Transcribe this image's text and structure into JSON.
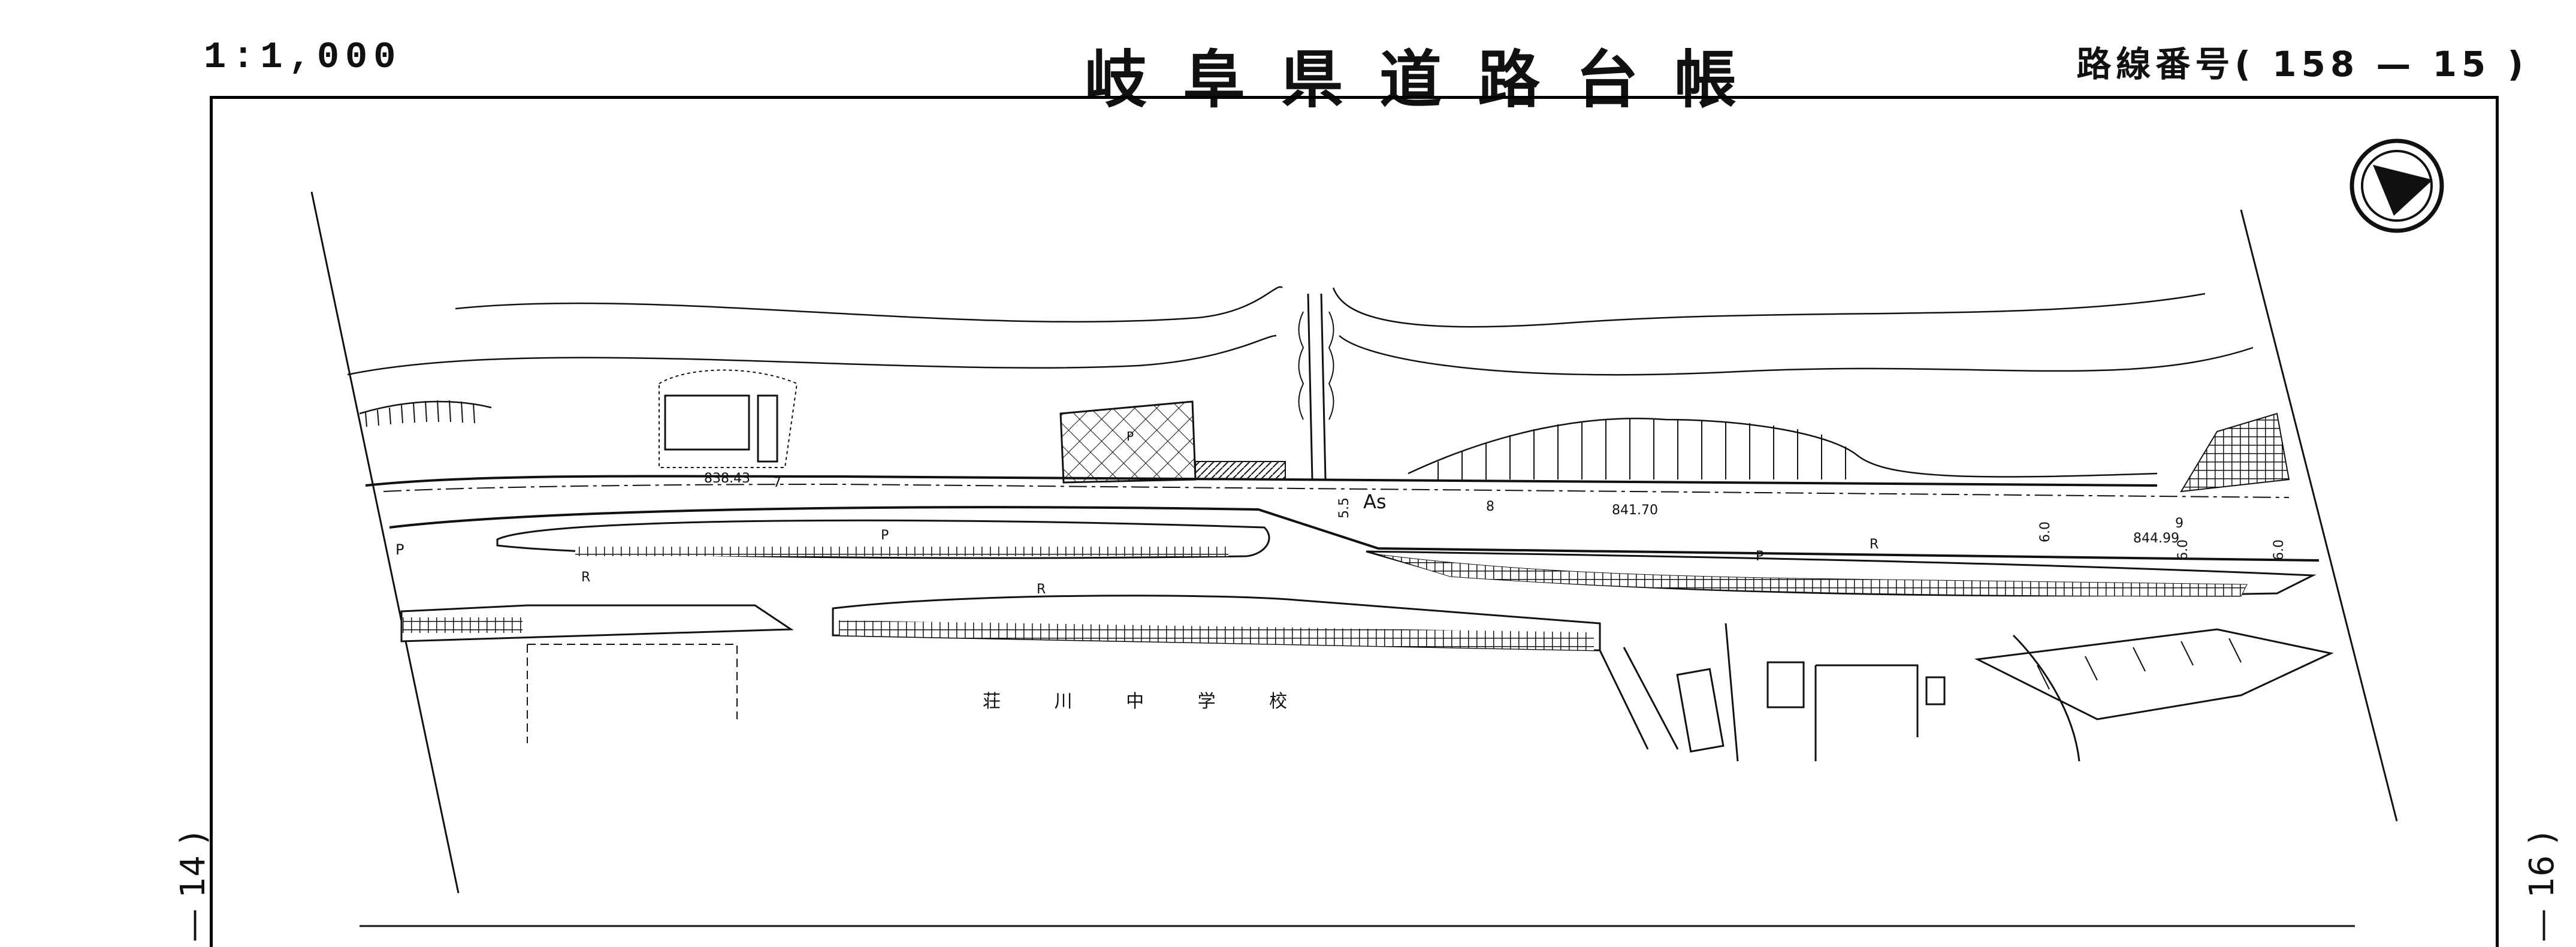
{
  "header": {
    "scale": "1:1,000",
    "title": "岐阜県道路台帳",
    "route_number": "路線番号( 158 — 15 )"
  },
  "edges": {
    "left_sheet": "— 14 )",
    "right_sheet": "— 16 )"
  },
  "map": {
    "north_arrow": "north-arrow-icon",
    "school_name": "荘 川 中 学 校",
    "labels": {
      "elev_1": "838.43",
      "elev_1_suffix": "7",
      "elev_2": "841.70",
      "elev_3": "844.99",
      "surface": "As",
      "width_a": "5.5",
      "width_b": "8",
      "width_c": "6.0",
      "width_d": "6.0",
      "width_e": "9",
      "width_f": "6.0",
      "park_left": "P",
      "park_mid": "P",
      "park_right": "P",
      "park_far_left": "P",
      "road_r1": "R",
      "road_r2": "R",
      "road_r3": "R"
    },
    "colors": {
      "ink": "#111111"
    }
  }
}
